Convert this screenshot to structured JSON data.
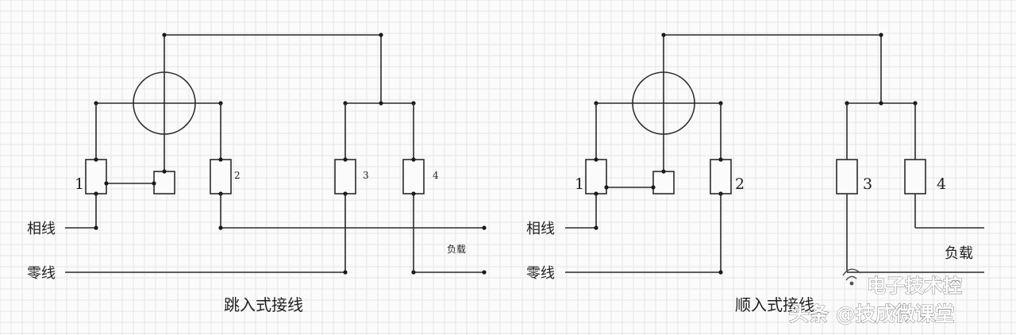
{
  "left_diagram": {
    "terminal_labels": [
      "1",
      "2",
      "3",
      "4"
    ],
    "phase_label": "相线",
    "neutral_label": "零线",
    "load_label": "负载",
    "caption": "跳入式接线"
  },
  "right_diagram": {
    "terminal_labels": [
      "1",
      "2",
      "3",
      "4"
    ],
    "phase_label": "相线",
    "neutral_label": "零线",
    "load_label": "负载",
    "caption": "顺入式接线"
  },
  "watermark": {
    "line1": "电子技术控",
    "line2": "头条 @技成微课堂"
  }
}
